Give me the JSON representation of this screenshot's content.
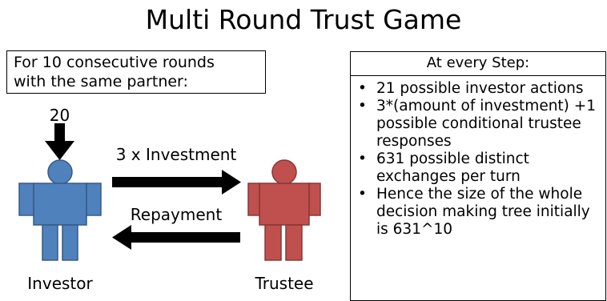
{
  "title": "Multi Round Trust Game",
  "context": {
    "line1": "For 10 consecutive rounds",
    "line2": "with the same partner:"
  },
  "endowment": "20",
  "flows": {
    "investment": "3 x Investment",
    "repayment": "Repayment"
  },
  "players": {
    "investor": {
      "label": "Investor",
      "color": "#4f81bd"
    },
    "trustee": {
      "label": "Trustee",
      "color": "#c0504d"
    }
  },
  "step_panel": {
    "heading": "At every Step:",
    "bullet_glyph": "•",
    "items": [
      "21 possible investor actions",
      "3*(amount of investment) +1 possible conditional trustee responses",
      "631 possible distinct exchanges per turn",
      "Hence the size of the whole decision making tree initially is 631^10"
    ]
  }
}
